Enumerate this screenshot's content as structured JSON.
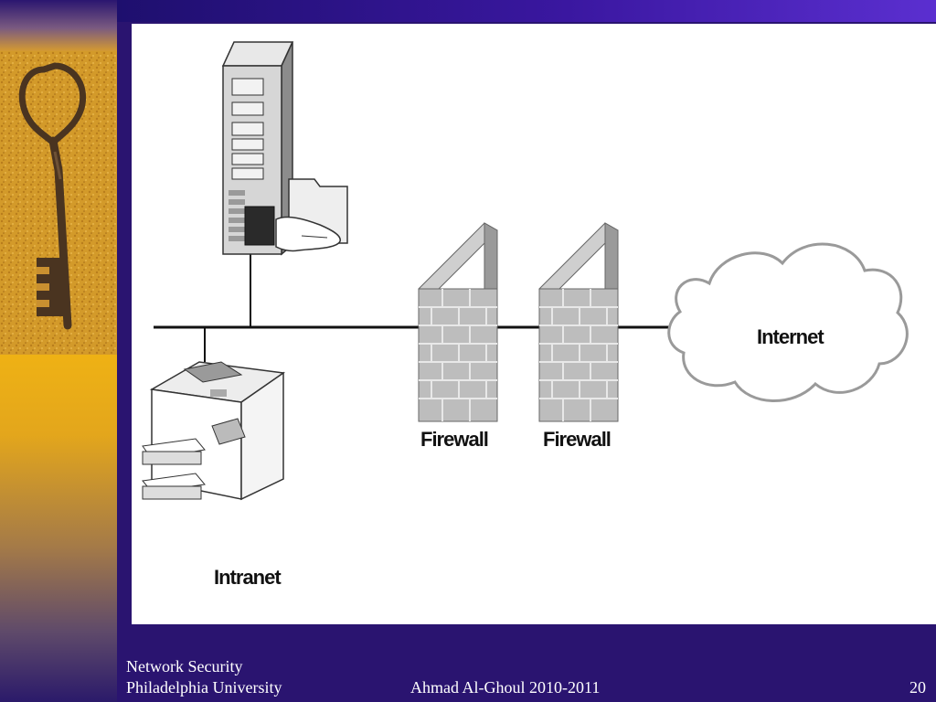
{
  "diagram": {
    "labels": {
      "firewall_1": "Firewall",
      "firewall_2": "Firewall",
      "internet": "Internet",
      "intranet": "Intranet"
    }
  },
  "footer": {
    "course": "Network Security",
    "university": "Philadelphia University",
    "author": "Ahmad Al-Ghoul 2010-2011",
    "page_number": "20"
  },
  "colors": {
    "background": "#2a1470",
    "gold_band": "#efb10f",
    "slide_area": "#ffffff"
  }
}
